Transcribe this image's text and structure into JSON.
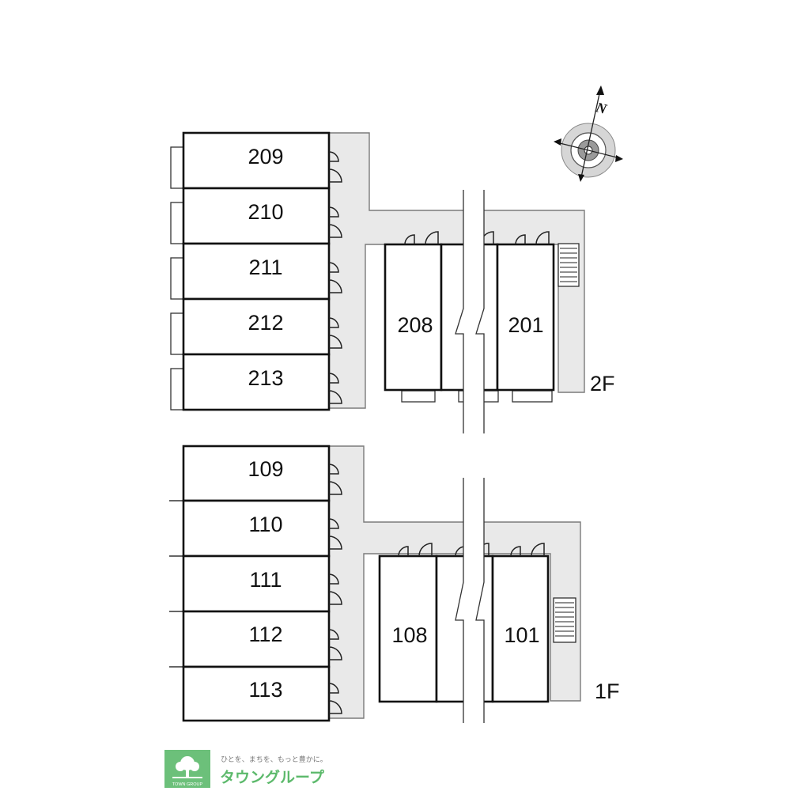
{
  "floors": [
    {
      "label": "2F",
      "units_left": [
        "209",
        "210",
        "211",
        "212",
        "213"
      ],
      "units_right": [
        "208",
        "201"
      ]
    },
    {
      "label": "1F",
      "units_left": [
        "109",
        "110",
        "111",
        "112",
        "113"
      ],
      "units_right": [
        "108",
        "101"
      ]
    }
  ],
  "compass": {
    "north": "N"
  },
  "logo": {
    "tagline": "ひとを、まちを、もっと豊かに。",
    "name": "タウングループ",
    "small": "TOWN GROUP",
    "color": "#5cb96b"
  }
}
